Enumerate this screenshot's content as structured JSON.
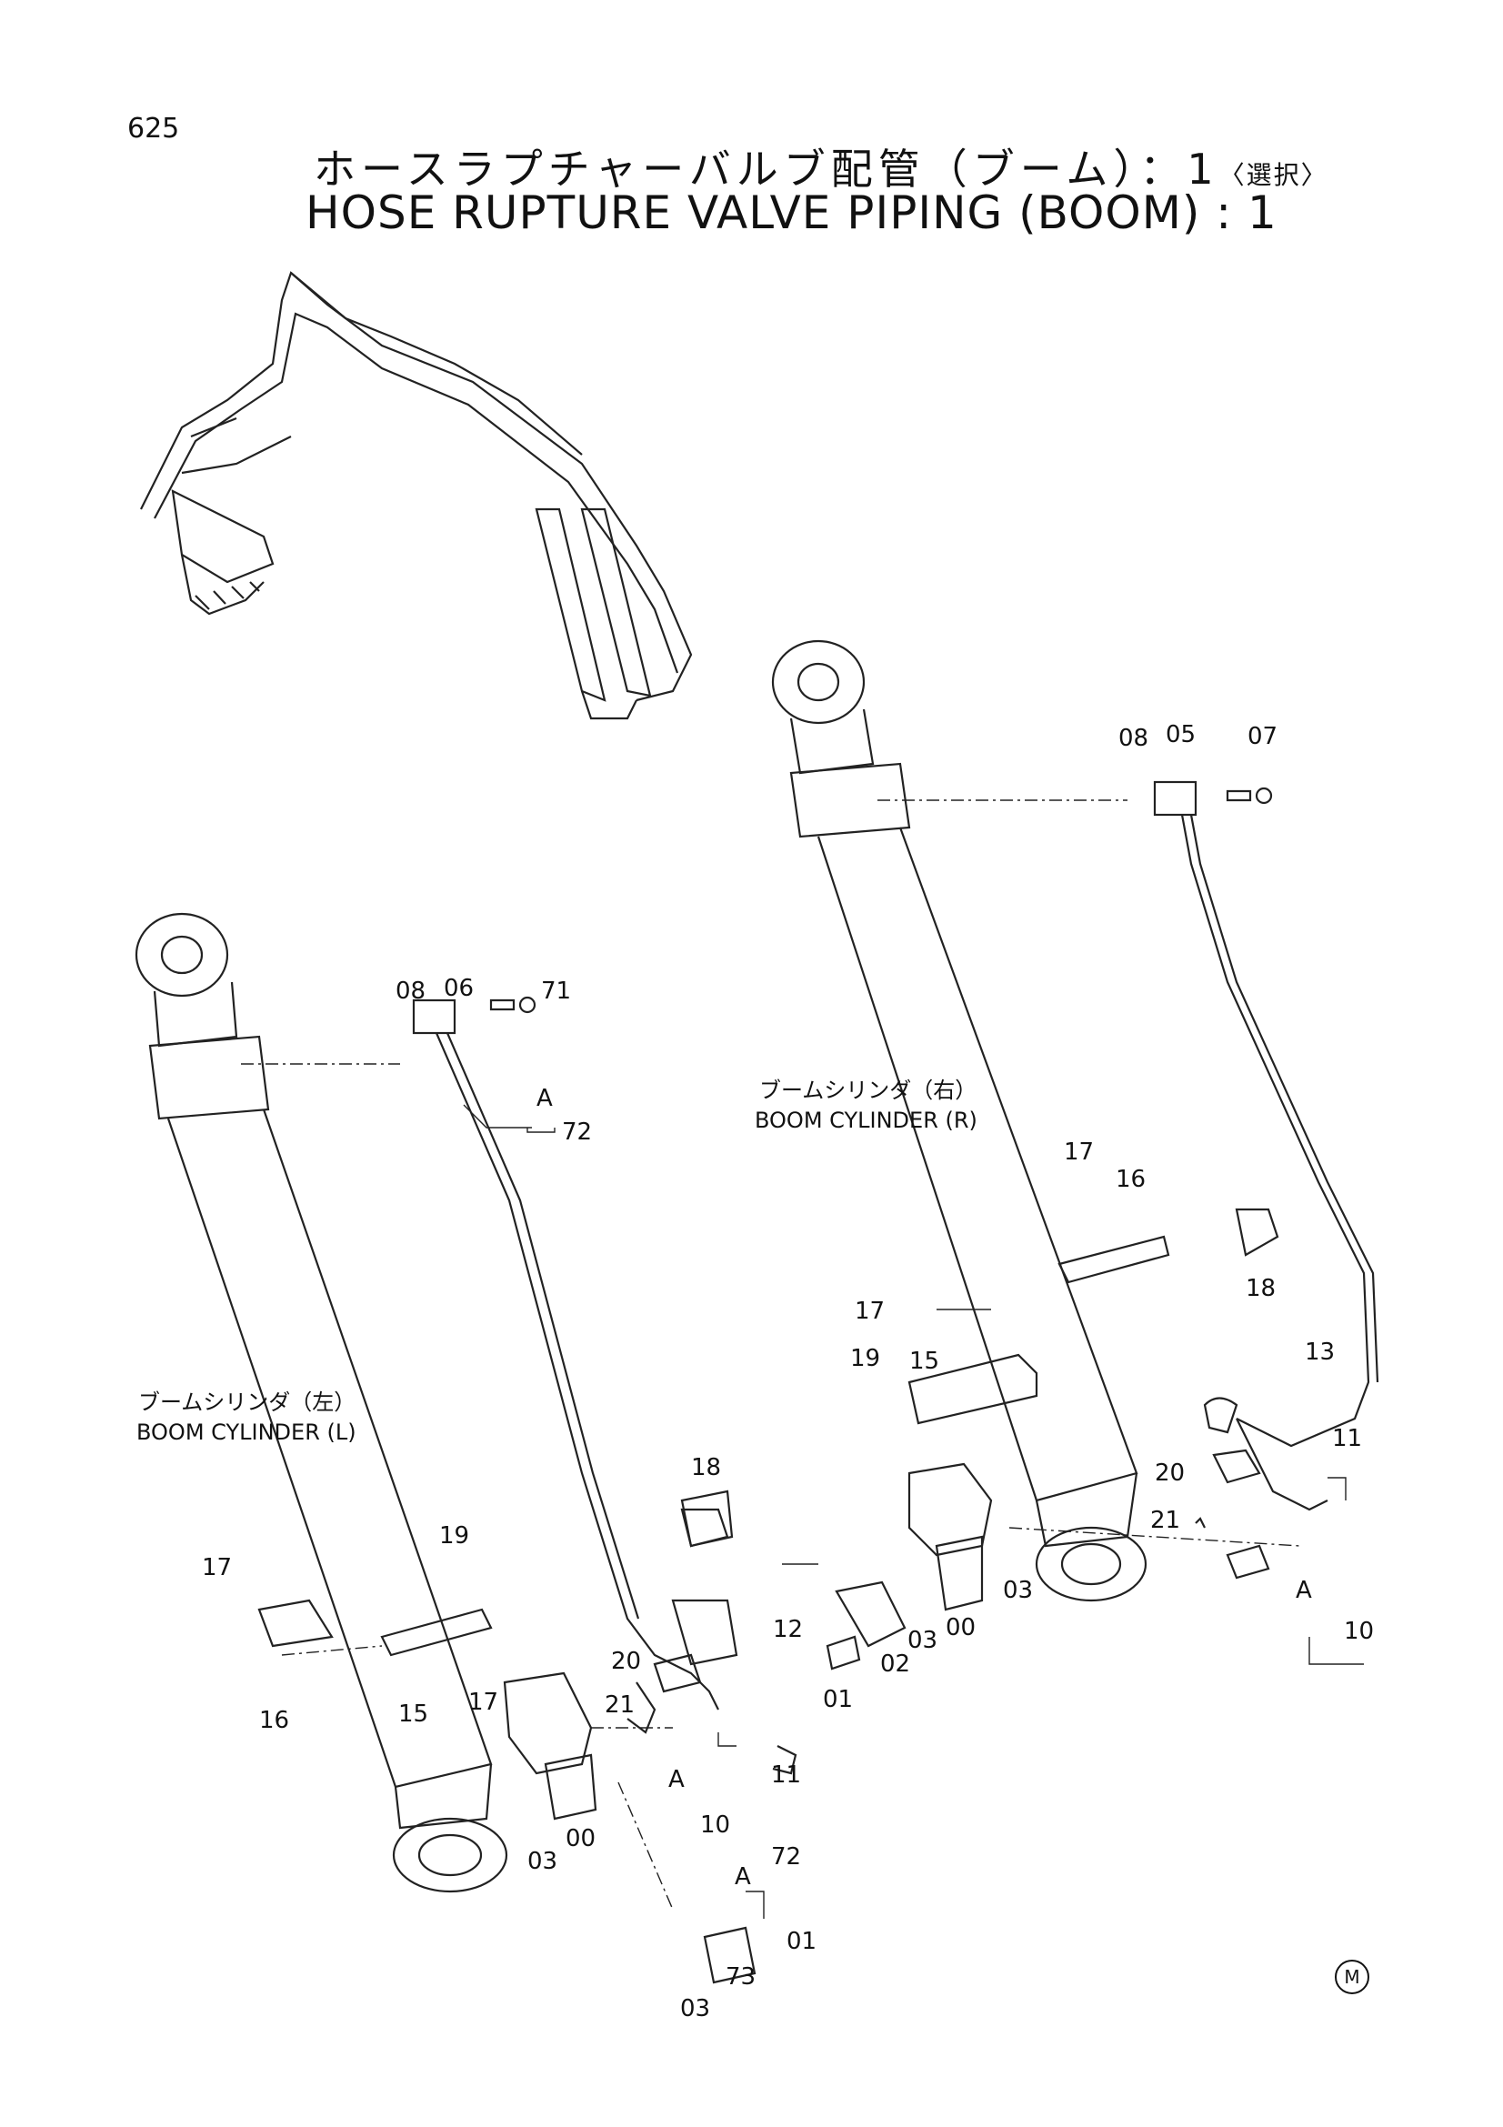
{
  "page_number": "625",
  "title_jp": "ホースラプチャーバルブ配管（ブーム）：1",
  "title_jp_note": "〈選択〉",
  "title_en": "HOSE RUPTURE VALVE PIPING (BOOM) : 1",
  "captions": {
    "right_cylinder_jp": "ブームシリンダ（右）",
    "right_cylinder_en": "BOOM CYLINDER (R)",
    "left_cylinder_jp": "ブームシリンダ（左）",
    "left_cylinder_en": "BOOM CYLINDER (L)"
  },
  "labels": {
    "r08": "08",
    "r05": "05",
    "r07": "07",
    "l08": "08",
    "l06": "06",
    "l71": "71",
    "lA1": "A",
    "l72a": "72",
    "r17a": "17",
    "r16": "16",
    "r17b": "17",
    "r18": "18",
    "r19": "19",
    "r15": "15",
    "r13": "13",
    "r20": "20",
    "r11": "11",
    "r21": "21",
    "rA": "A",
    "r10": "10",
    "r03a": "03",
    "r00": "00",
    "r03b": "03",
    "r02": "02",
    "r01": "01",
    "l18": "18",
    "l19": "19",
    "l17a": "17",
    "l16": "16",
    "l15": "15",
    "l17b": "17",
    "l12": "12",
    "l20": "20",
    "l21": "21",
    "l11": "11",
    "lA2": "A",
    "l10": "10",
    "l03a": "03",
    "l00": "00",
    "l72b": "72",
    "lA3": "A",
    "l01": "01",
    "l73": "73",
    "l03b": "03"
  },
  "mark": "M"
}
